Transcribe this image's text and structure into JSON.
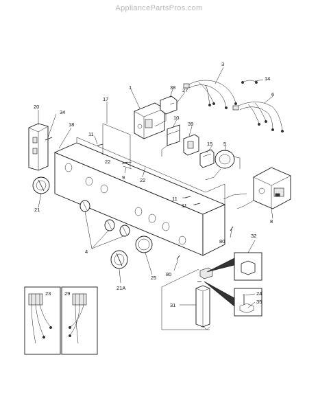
{
  "watermark": "AppliancePartsPros.com",
  "callouts": {
    "c1": "1",
    "c3": "3",
    "c4": "4",
    "c5": "5",
    "c6": "6",
    "c8": "8",
    "c9": "9",
    "c10": "10",
    "c11a": "11",
    "c11b": "11",
    "c11c": "11",
    "c14": "14",
    "c15": "15",
    "c17": "17",
    "c18": "18",
    "c20": "20",
    "c21": "21",
    "c21a": "21A",
    "c22a": "22",
    "c22b": "22",
    "c23": "23",
    "c24": "24",
    "c25": "25",
    "c27": "27",
    "c29": "29",
    "c31": "31",
    "c32": "32",
    "c34": "34",
    "c35": "35",
    "c38": "38",
    "c39": "39",
    "c80a": "80",
    "c80b": "80"
  }
}
